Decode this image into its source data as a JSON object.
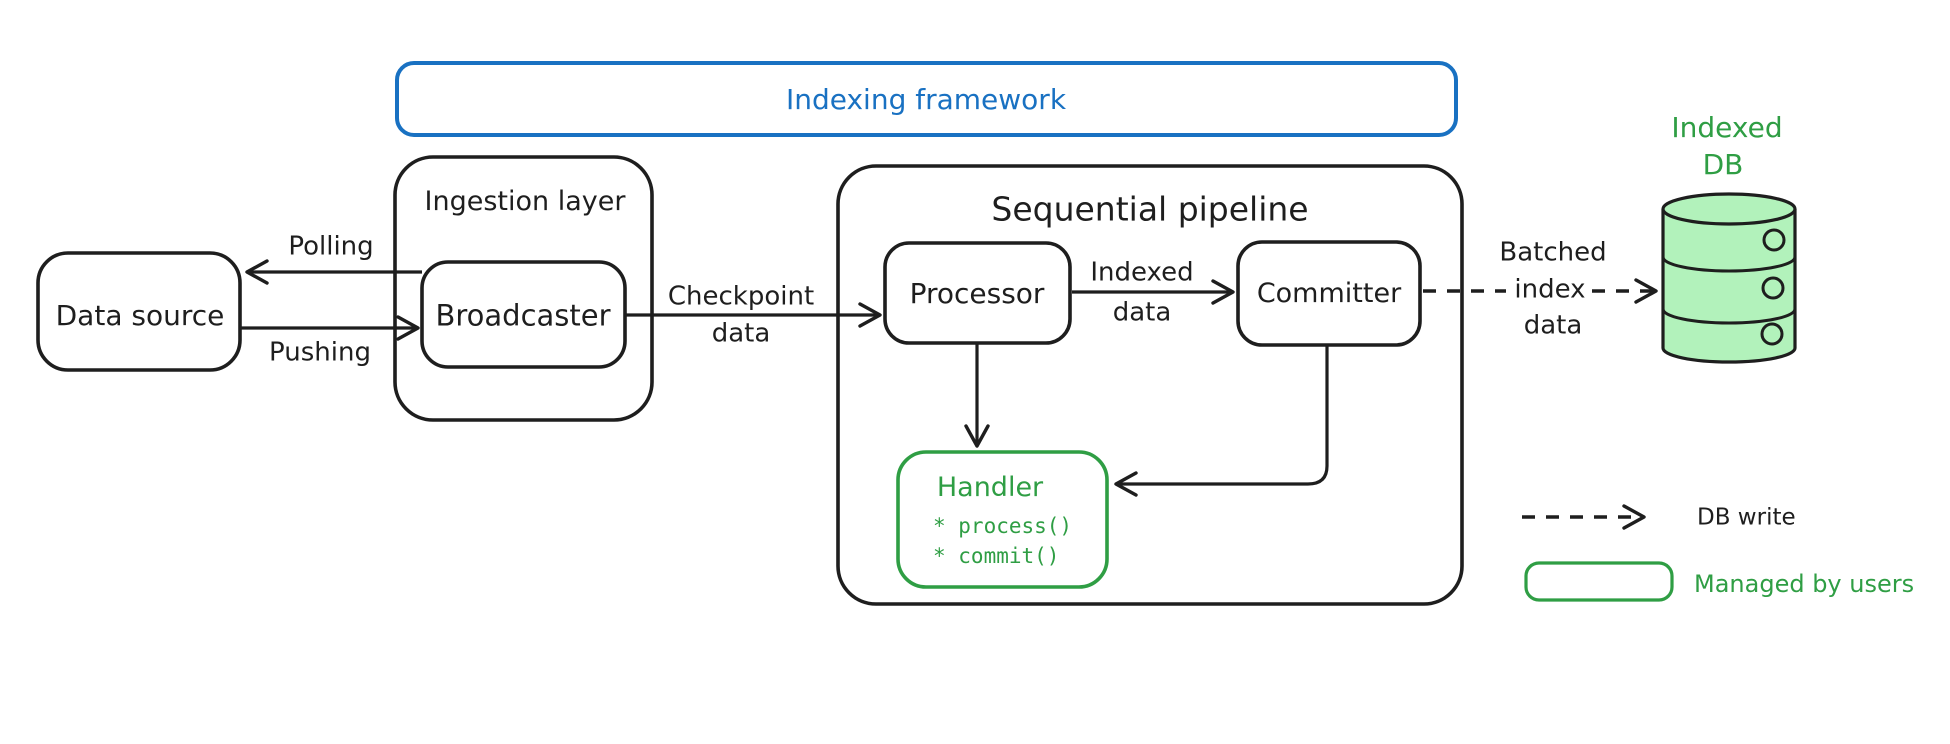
{
  "diagram": {
    "framework_title": "Indexing framework",
    "nodes": {
      "data_source": "Data source",
      "ingestion_layer": "Ingestion layer",
      "broadcaster": "Broadcaster",
      "sequential_pipeline": "Sequential pipeline",
      "processor": "Processor",
      "committer": "Committer",
      "handler_title": "Handler",
      "handler_methods": [
        "* process()",
        "* commit()"
      ],
      "indexed_db_line1": "Indexed",
      "indexed_db_line2": "DB"
    },
    "edges": {
      "polling": "Polling",
      "pushing": "Pushing",
      "checkpoint_line1": "Checkpoint",
      "checkpoint_line2": "data",
      "indexed_line1": "Indexed",
      "indexed_line2": "data",
      "batched_line1": "Batched",
      "batched_line2": "index",
      "batched_line3": "data"
    },
    "legend": {
      "db_write": "DB write",
      "managed_by_users": "Managed by users"
    },
    "colors": {
      "stroke": "#1e1e1e",
      "blue": "#1971c2",
      "green": "#2f9e44",
      "green_fill": "#b2f2bb"
    }
  }
}
